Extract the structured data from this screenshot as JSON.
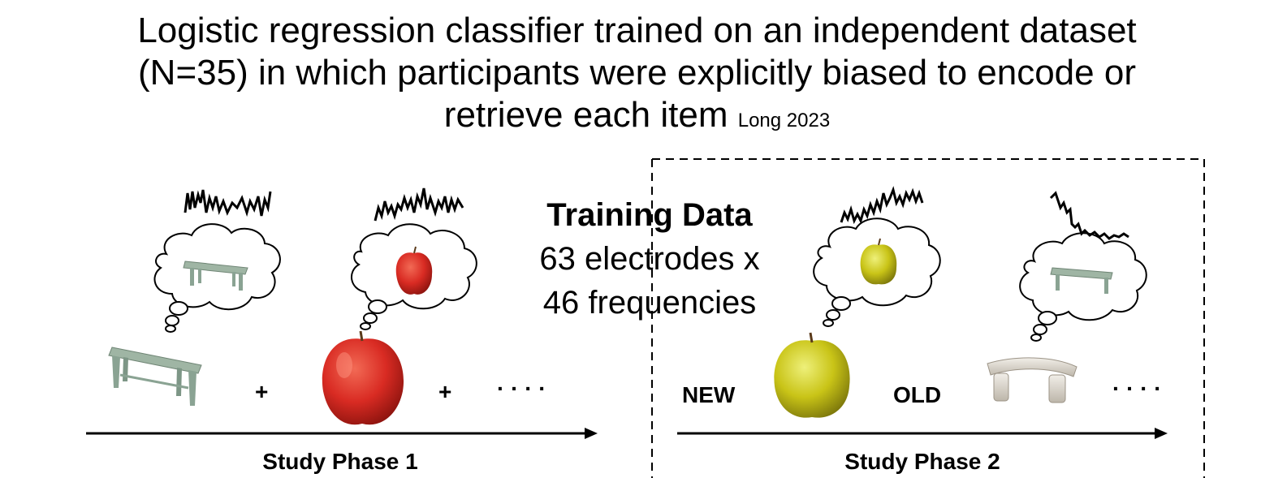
{
  "title": {
    "line1": "Logistic regression classifier trained on an independent dataset",
    "line2": "(N=35) in which participants were explicitly biased to encode or",
    "line3_main": "retrieve each item",
    "citation": "Long 2023"
  },
  "training_data": {
    "heading": "Training Data",
    "line1": "63 electrodes x",
    "line2": "46 frequencies"
  },
  "phase1": {
    "label": "Study Phase 1",
    "plus1": "+",
    "plus2": "+",
    "ellipsis": "· · · ·"
  },
  "phase2": {
    "label": "Study Phase 2",
    "new_label": "NEW",
    "old_label": "OLD",
    "ellipsis": "· · · ·"
  },
  "colors": {
    "red_apple": "#d92b23",
    "yellow_apple": "#c9c417",
    "bench_green": "#9fb5a4",
    "stone_bench": "#d8d2c8"
  }
}
